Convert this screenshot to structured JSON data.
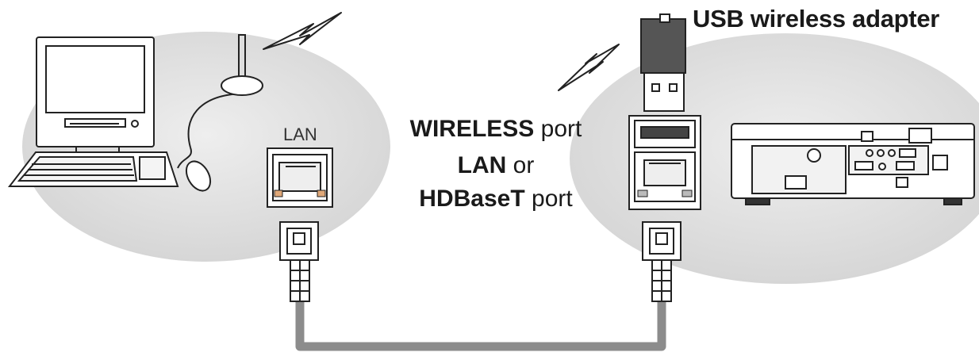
{
  "labels": {
    "usb_wireless_adapter": "USB wireless adapter",
    "lan_jack": "LAN",
    "port_line1_bold": "WIRELESS",
    "port_line1_rest": " port",
    "port_line2_bold": "LAN",
    "port_line2_rest": " or",
    "port_line3_bold": "HDBaseT",
    "port_line3_rest": " port"
  },
  "colors": {
    "blob_fill": "#e3e3e3",
    "cable": "#8c8c8c",
    "outline": "#222222"
  },
  "icons": [
    "computer-icon",
    "antenna-icon",
    "wireless-signal-icon",
    "lan-jack-icon",
    "rj45-plug-icon",
    "usb-wireless-adapter-icon",
    "usb-port-icon",
    "projector-icon"
  ]
}
